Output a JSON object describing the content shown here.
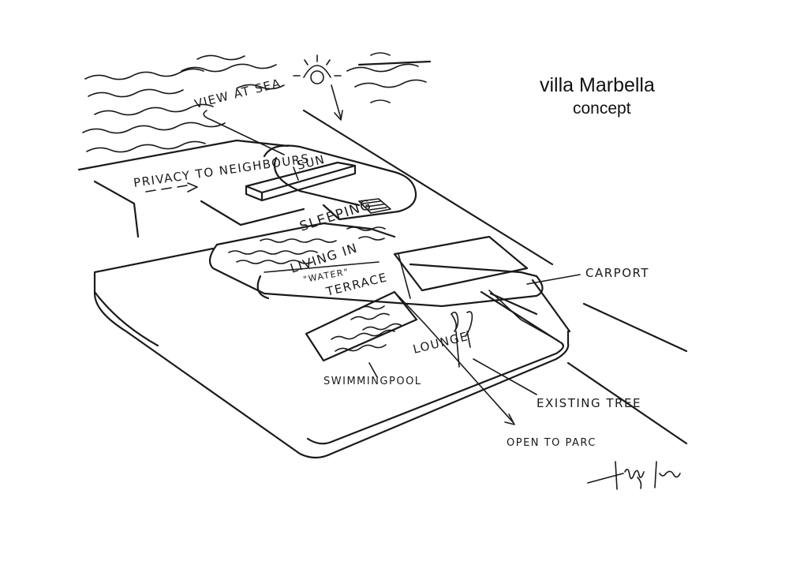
{
  "header": {
    "title": "villa Marbella",
    "subtitle": "concept"
  },
  "labels": {
    "view_at_sea": "VIEW AT SEA",
    "privacy": "PRIVACY TO NEIGHBOURS",
    "sun": "SUN",
    "sleeping": "SLEEPING",
    "living_in": "LIVING IN",
    "water": "\"WATER\"",
    "terrace": "TERRACE",
    "carport": "CARPORT",
    "lounge": "LOUNGE",
    "swimmingpool": "SWIMMINGPOOL",
    "existing_tree": "EXISTING TREE",
    "open_to_parc": "OPEN TO PARC"
  },
  "signature": {
    "text": "Liang Lie"
  },
  "icons": [
    "sun-icon",
    "sea-waves-icon",
    "tree-icon",
    "arrow-icon"
  ]
}
